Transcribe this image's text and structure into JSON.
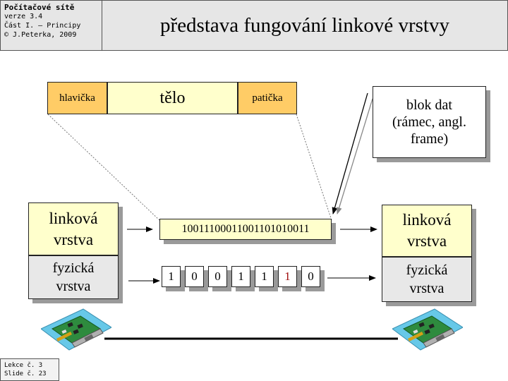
{
  "header": {
    "course_title": "Počítačové sítě",
    "version": "verze 3.4",
    "part": "Část I. – Principy",
    "copyright": "© J.Peterka, 2009",
    "slide_title": "představa fungování linkové vrstvy"
  },
  "frame": {
    "header_label": "hlavička",
    "body_label": "tělo",
    "trailer_label": "patička"
  },
  "callout": {
    "line1": "blok dat",
    "line2": "(rámec, angl.",
    "line3": "frame)"
  },
  "left_stack": {
    "link_line1": "linková",
    "link_line2": "vrstva",
    "phys_line1": "fyzická",
    "phys_line2": "vrstva"
  },
  "right_stack": {
    "link_line1": "linková",
    "link_line2": "vrstva",
    "phys_line1": "fyzická",
    "phys_line2": "vrstva"
  },
  "bitstring": "10011100011001101010011",
  "bits": [
    "1",
    "0",
    "0",
    "1",
    "1",
    "1",
    "0"
  ],
  "colors": {
    "header_orange": "#ffcc66",
    "link_yellow": "#ffffcc",
    "highlight_bit": "#a01010"
  },
  "footer": {
    "lesson": "Lekce č. 3",
    "slide": "Slide č. 23"
  }
}
